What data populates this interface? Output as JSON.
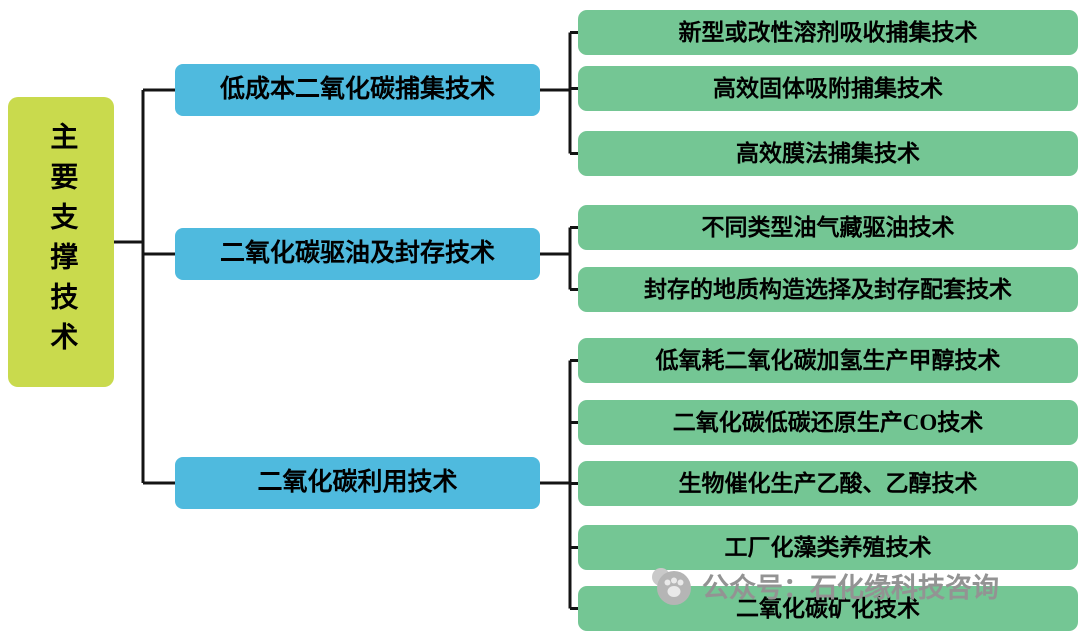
{
  "root": {
    "label": "主要支撑技术"
  },
  "branches": [
    {
      "label": "低成本二氧化碳捕集技术",
      "leaves": [
        "新型或改性溶剂吸收捕集技术",
        "高效固体吸附捕集技术",
        "高效膜法捕集技术"
      ]
    },
    {
      "label": "二氧化碳驱油及封存技术",
      "leaves": [
        "不同类型油气藏驱油技术",
        "封存的地质构造选择及封存配套技术"
      ]
    },
    {
      "label": "二氧化碳利用技术",
      "leaves": [
        "低氧耗二氧化碳加氢生产甲醇技术",
        "二氧化碳低碳还原生产CO技术",
        "生物催化生产乙酸、乙醇技术",
        "工厂化藻类养殖技术",
        "二氧化碳矿化技术"
      ]
    }
  ],
  "watermark": {
    "text": "公众号：石化缘科技咨询",
    "icon": "paw-logo"
  },
  "colors": {
    "root_box": "#c9da4d",
    "branch_box": "#4fbade",
    "leaf_box": "#74c694",
    "connector": "#141414",
    "watermark_text": "#939393"
  }
}
